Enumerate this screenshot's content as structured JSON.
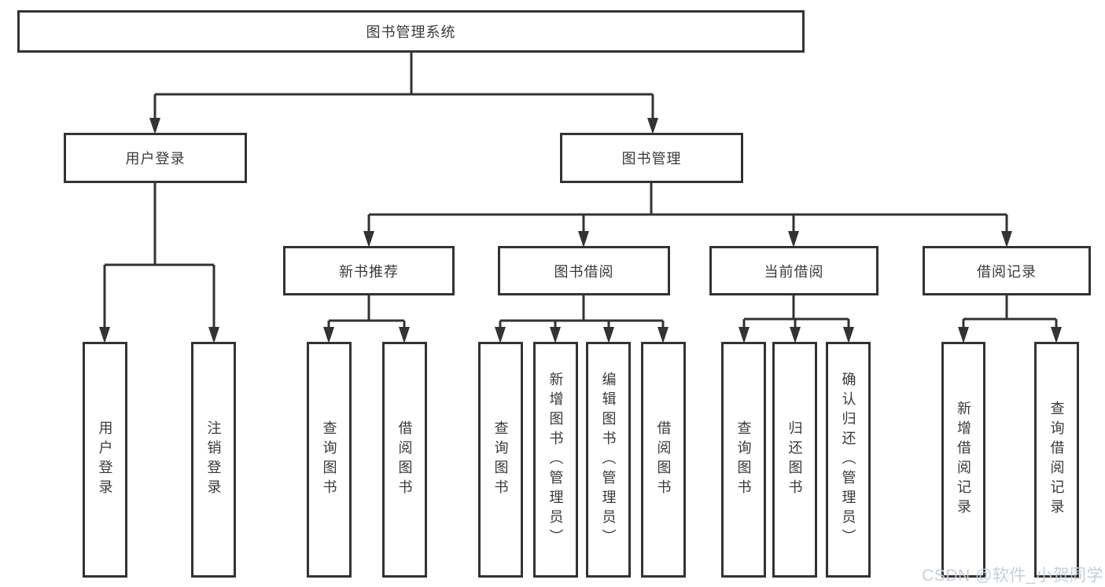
{
  "diagram": {
    "title": "图书管理系统",
    "root": {
      "label": "图书管理系统"
    },
    "level2": [
      {
        "label": "用户登录"
      },
      {
        "label": "图书管理"
      }
    ],
    "level3": [
      {
        "label": "新书推荐"
      },
      {
        "label": "图书借阅"
      },
      {
        "label": "当前借阅"
      },
      {
        "label": "借阅记录"
      }
    ],
    "leaves": {
      "user_login": [
        "用户登录",
        "注销登录"
      ],
      "new_book": [
        "查询图书",
        "借阅图书"
      ],
      "book_borrow": [
        "查询图书",
        "新增图书（管理员）",
        "编辑图书（管理员）",
        "借阅图书"
      ],
      "current_borrow": [
        "查询图书",
        "归还图书",
        "确认归还（管理员）"
      ],
      "borrow_record": [
        "新增借阅记录",
        "查询借阅记录"
      ]
    },
    "colors": {
      "line": "#333333",
      "text": "#3a3a3e",
      "background": "#ffffff",
      "watermark": "#c5cbd6"
    },
    "watermark": "CSDN @软件_小贺同学"
  }
}
